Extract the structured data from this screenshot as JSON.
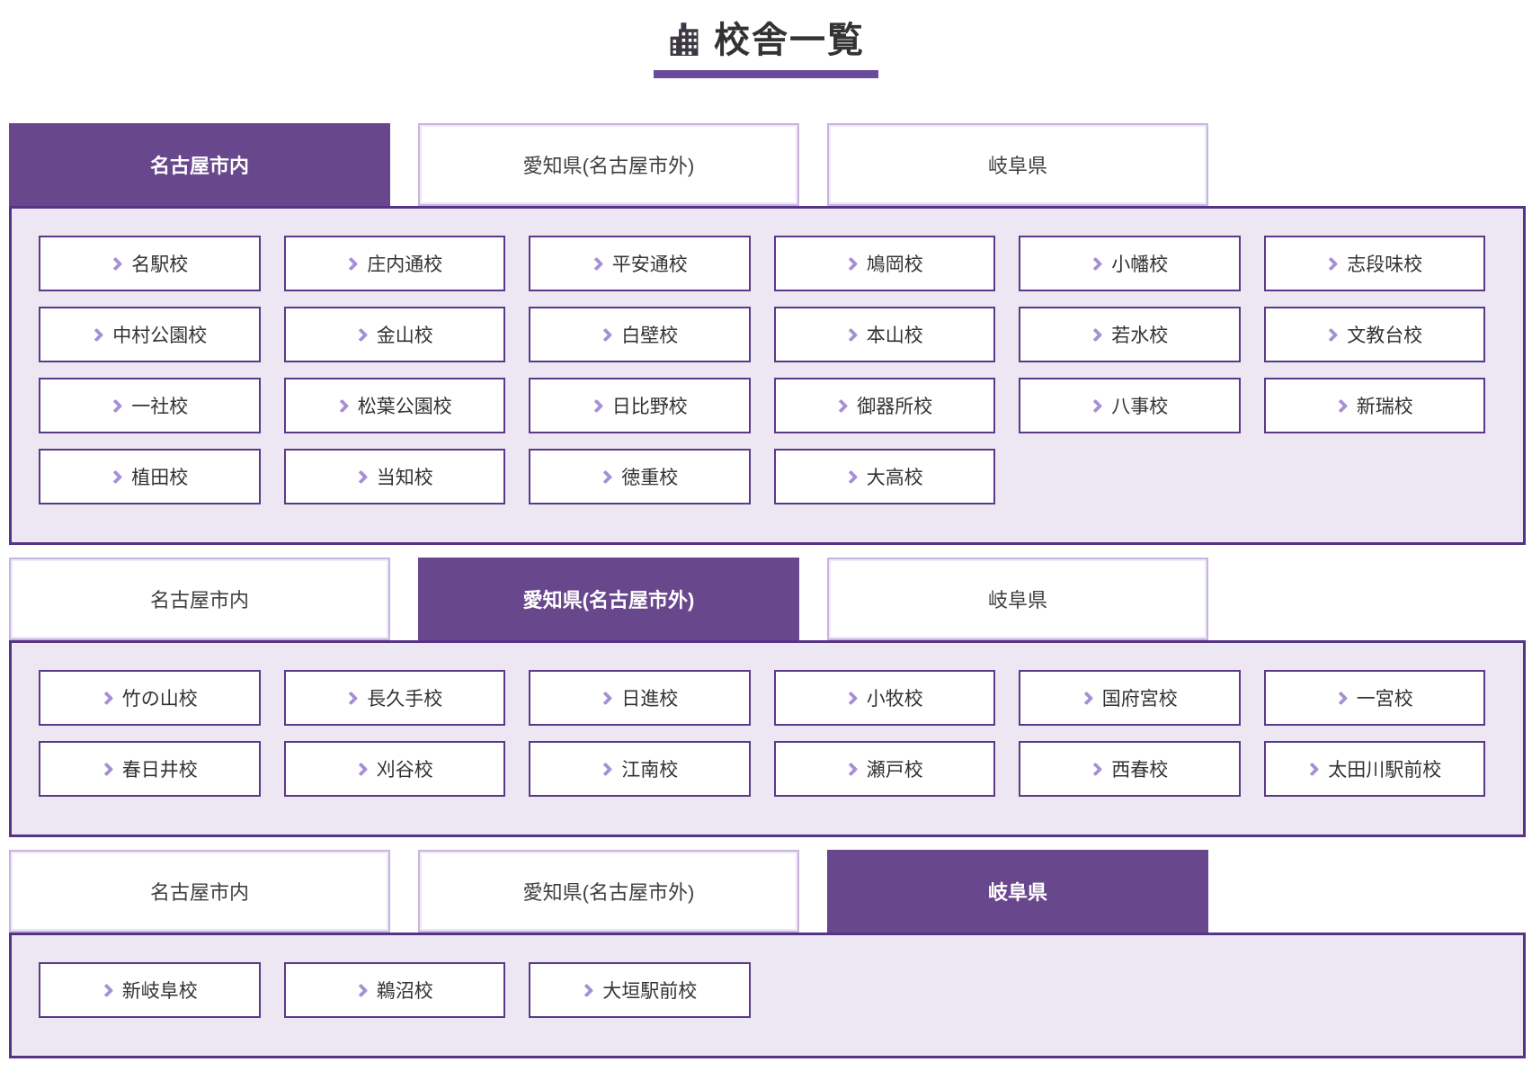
{
  "page": {
    "title": "校舎一覧"
  },
  "colors": {
    "accent_purple": "#68478d",
    "deep_purple_border": "#563384",
    "underline_purple": "#6a4b9d",
    "panel_lavender": "#ece7f3",
    "chevron_purple": "#a78fd6",
    "inactive_tab_border": "#c7b5e0"
  },
  "tabs": [
    "名古屋市内",
    "愛知県(名古屋市外)",
    "岐阜県"
  ],
  "sections": [
    {
      "region": "名古屋市内",
      "active_tab_index": 0,
      "schools": [
        "名駅校",
        "庄内通校",
        "平安通校",
        "鳩岡校",
        "小幡校",
        "志段味校",
        "中村公園校",
        "金山校",
        "白壁校",
        "本山校",
        "若水校",
        "文教台校",
        "一社校",
        "松葉公園校",
        "日比野校",
        "御器所校",
        "八事校",
        "新瑞校",
        "植田校",
        "当知校",
        "徳重校",
        "大高校"
      ]
    },
    {
      "region": "愛知県(名古屋市外)",
      "active_tab_index": 1,
      "schools": [
        "竹の山校",
        "長久手校",
        "日進校",
        "小牧校",
        "国府宮校",
        "一宮校",
        "春日井校",
        "刈谷校",
        "江南校",
        "瀬戸校",
        "西春校",
        "太田川駅前校"
      ]
    },
    {
      "region": "岐阜県",
      "active_tab_index": 2,
      "schools": [
        "新岐阜校",
        "鵜沼校",
        "大垣駅前校"
      ]
    }
  ]
}
